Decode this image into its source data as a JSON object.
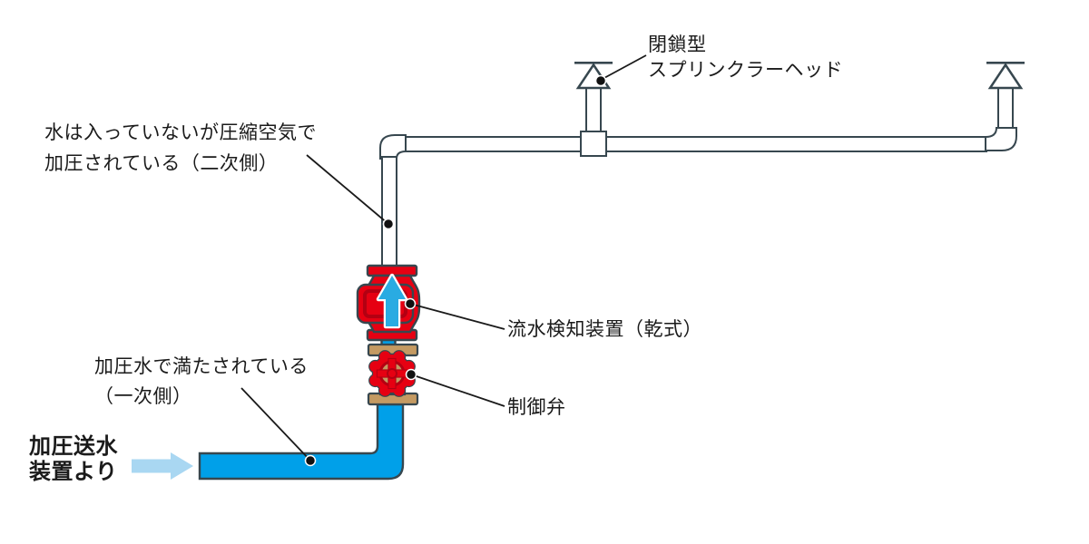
{
  "diagram": {
    "description": "dry-pipe-sprinkler-system-schematic",
    "labels": {
      "sprinkler_head": {
        "line1": "閉鎖型",
        "line2": "スプリンクラーヘッド"
      },
      "secondary_side": {
        "line1": "水は入っていないが圧縮空気で",
        "line2": "加圧されている（二次側）"
      },
      "flow_detector": {
        "text": "流水検知装置（乾式）"
      },
      "control_valve": {
        "text": "制御弁"
      },
      "primary_side": {
        "line1": "加圧水で満たされている",
        "line2": "（一次側）"
      },
      "water_supply": {
        "line1": "加圧送水",
        "line2": "装置より"
      }
    },
    "colors": {
      "outline": "#37474f",
      "dry-pipe": "#ffffff",
      "wet-pipe": "#00a0e9",
      "valve-red": "#e60012",
      "valve-dark-red": "#b30012",
      "flange-tan": "#c49a62",
      "detector-arrow": "#29abe2",
      "flow-arrow": "#a9d7f2",
      "leader": "#1a1a1a"
    }
  }
}
